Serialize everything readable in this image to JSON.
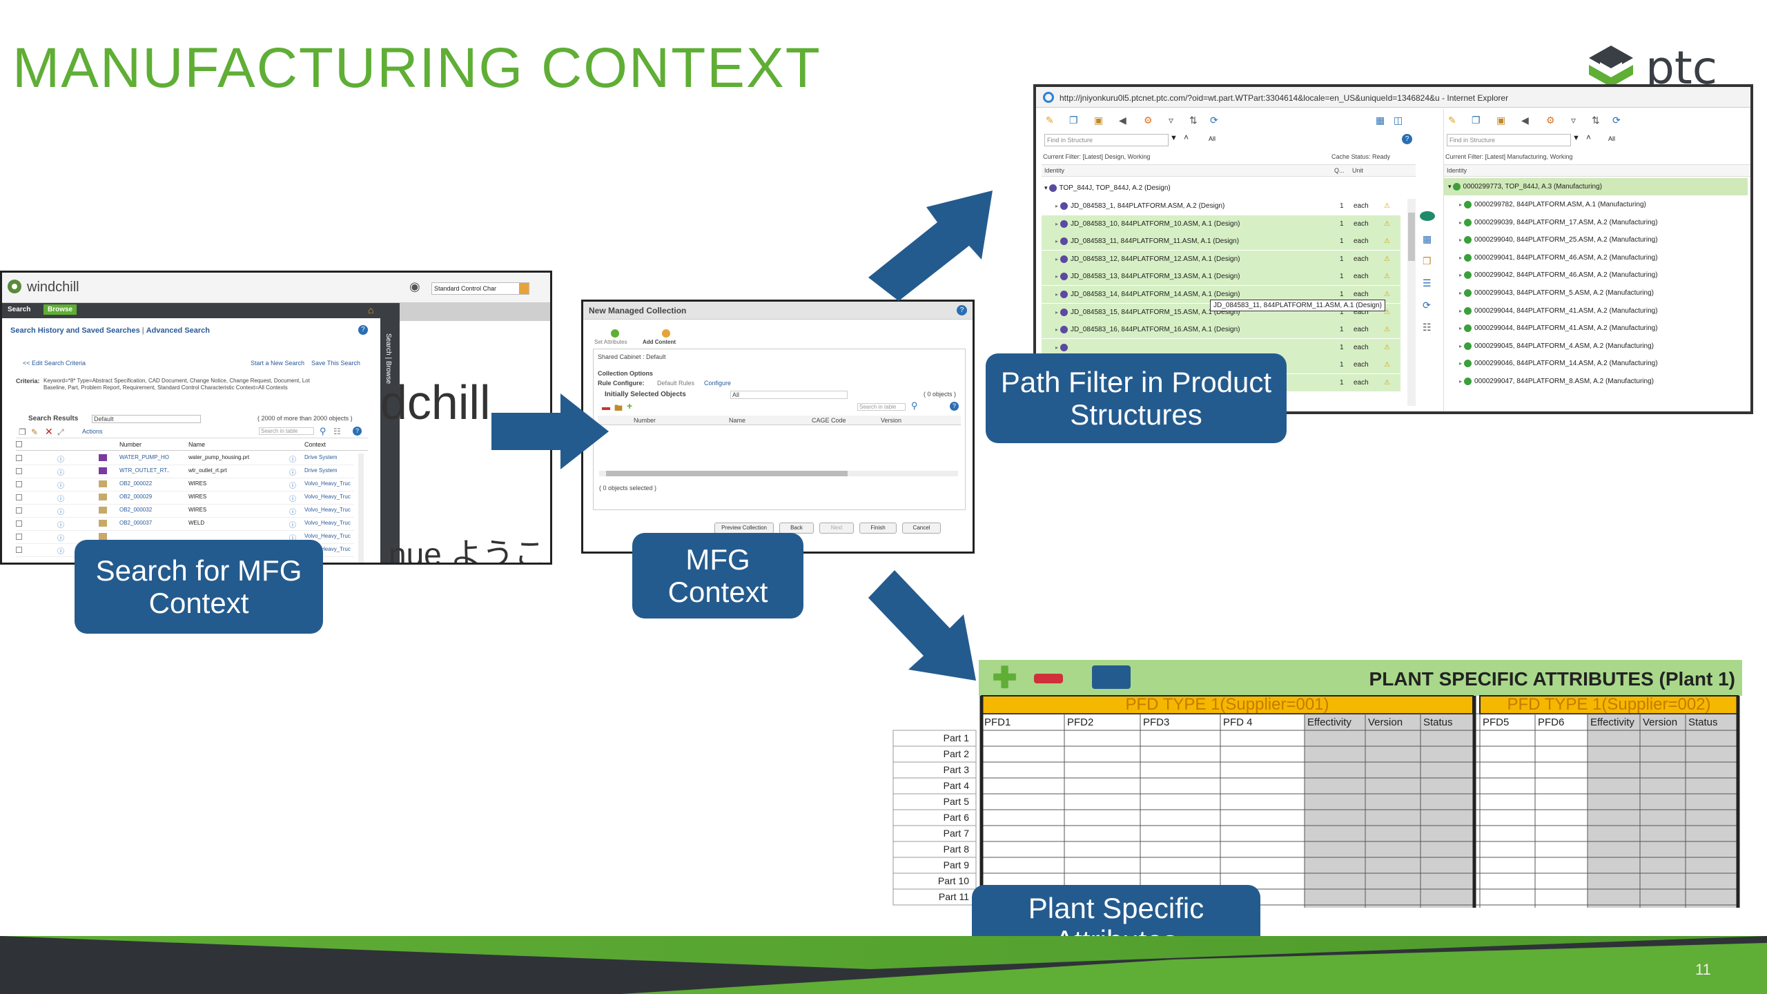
{
  "slide": {
    "title": "MANUFACTURING CONTEXT",
    "page_number": "11",
    "logo_text": "ptc",
    "accent_color": "#5fae35",
    "callout_color": "#245b8e"
  },
  "callouts": {
    "search": "Search for MFG Context",
    "mfg": "MFG Context",
    "path": "Path Filter  in Product Structures",
    "plant": "Plant Specific Attributes"
  },
  "windchill": {
    "brand": "windchill",
    "context_select": "Standard Control Char",
    "tabs": [
      "Search",
      "Browse"
    ],
    "links": [
      "Search History and Saved Searches",
      "Advanced Search"
    ],
    "edit_criteria": "<< Edit Search Criteria",
    "start_new": "Start a New Search",
    "save_search": "Save This Search",
    "criteria_label": "Criteria:",
    "criteria_text": "Keyword=*8* Type=Abstract Specification, CAD Document, Change Notice, Change Request, Document, Lot Baseline, Part, Problem Report, Requirement, Standard Control Characteristic Context=All Contexts",
    "results_label": "Search Results",
    "results_view": "Default",
    "results_count": "( 2000 of more than 2000 objects )",
    "actions": "Actions",
    "search_in_table": "Search in table",
    "side_tab": "Search | Browse",
    "columns": [
      "Number",
      "Name",
      "Context"
    ],
    "rows": [
      {
        "number": "WATER_PUMP_HO",
        "name": "water_pump_housing.prt",
        "context": "Drive System"
      },
      {
        "number": "WTR_OUTLET_RT..",
        "name": "wtr_outlet_rt.prt",
        "context": "Drive System"
      },
      {
        "number": "OB2_000022",
        "name": "WIRES",
        "context": "Volvo_Heavy_Truc"
      },
      {
        "number": "OB2_000029",
        "name": "WIRES",
        "context": "Volvo_Heavy_Truc"
      },
      {
        "number": "OB2_000032",
        "name": "WIRES",
        "context": "Volvo_Heavy_Truc"
      },
      {
        "number": "OB2_000037",
        "name": "WELD",
        "context": "Volvo_Heavy_Truc"
      },
      {
        "number": "",
        "name": "",
        "context": "Volvo_Heavy_Truc"
      },
      {
        "number": "",
        "name": "",
        "context": "Volvo_Heavy_Truc"
      }
    ],
    "bg_text": "dchill",
    "bg_text2": "nue ようこ"
  },
  "collection": {
    "title": "New Managed Collection",
    "steps": [
      "Set Attributes",
      "Add Content"
    ],
    "shared_cabinet": "Shared Cabinet : Default",
    "collection_options": "Collection Options",
    "rule_configure_label": "Rule Configure:",
    "rule_configure_value": "Default Rules",
    "configure_link": "Configure",
    "initial_label": "Initially Selected Objects",
    "initial_value": "All",
    "objects_count": "( 0 objects )",
    "search_in_table": "Search in table",
    "columns": [
      "Number",
      "Name",
      "CAGE Code",
      "Version"
    ],
    "selected": "( 0 objects selected )",
    "buttons": [
      "Preview Collection",
      "Back",
      "Next",
      "Finish",
      "Cancel"
    ]
  },
  "structure": {
    "url": "http://jniyonkuru0l5.ptcnet.ptc.com/?oid=wt.part.WTPart:3304614&locale=en_US&uniqueId=1346824&u - Internet Explorer",
    "find_placeholder": "Find in Structure",
    "all_label": "All",
    "left_filter": "Current Filter: [Latest] Design, Working",
    "cache_status": "Cache Status: Ready",
    "right_filter": "Current Filter: [Latest] Manufacturing, Working",
    "identity_header": "Identity",
    "qty_header": "Q...",
    "unit_header": "Unit",
    "left_root": "TOP_844J, TOP_844J, A.2 (Design)",
    "left_rows": [
      {
        "label": "JD_084583_1, 844PLATFORM.ASM, A.2 (Design)",
        "qty": "1",
        "unit": "each"
      },
      {
        "label": "JD_084583_10, 844PLATFORM_10.ASM, A.1 (Design)",
        "qty": "1",
        "unit": "each"
      },
      {
        "label": "JD_084583_11, 844PLATFORM_11.ASM, A.1 (Design)",
        "qty": "1",
        "unit": "each"
      },
      {
        "label": "JD_084583_12, 844PLATFORM_12.ASM, A.1 (Design)",
        "qty": "1",
        "unit": "each"
      },
      {
        "label": "JD_084583_13, 844PLATFORM_13.ASM, A.1 (Design)",
        "qty": "1",
        "unit": "each"
      },
      {
        "label": "JD_084583_14, 844PLATFORM_14.ASM, A.1 (Design)",
        "qty": "1",
        "unit": "each"
      },
      {
        "label": "JD_084583_15, 844PLATFORM_15.ASM, A.1 (Design)",
        "qty": "1",
        "unit": "each"
      },
      {
        "label": "JD_084583_16, 844PLATFORM_16.ASM, A.1 (Design)",
        "qty": "1",
        "unit": "each"
      },
      {
        "label": "",
        "qty": "1",
        "unit": "each"
      },
      {
        "label": "",
        "qty": "1",
        "unit": "each"
      },
      {
        "label": "",
        "qty": "1",
        "unit": "each"
      }
    ],
    "tooltip": "JD_084583_11, 844PLATFORM_11.ASM, A.1 (Design)",
    "right_root": "0000299773, TOP_844J, A.3 (Manufacturing)",
    "right_rows": [
      "0000299782, 844PLATFORM.ASM, A.1 (Manufacturing)",
      "0000299039, 844PLATFORM_17.ASM, A.2 (Manufacturing)",
      "0000299040, 844PLATFORM_25.ASM, A.2 (Manufacturing)",
      "0000299041, 844PLATFORM_46.ASM, A.2 (Manufacturing)",
      "0000299042, 844PLATFORM_46.ASM, A.2 (Manufacturing)",
      "0000299043, 844PLATFORM_5.ASM, A.2 (Manufacturing)",
      "0000299044, 844PLATFORM_41.ASM, A.2 (Manufacturing)",
      "0000299044, 844PLATFORM_41.ASM, A.2 (Manufacturing)",
      "0000299045, 844PLATFORM_4.ASM, A.2 (Manufacturing)",
      "0000299046, 844PLATFORM_14.ASM, A.2 (Manufacturing)",
      "0000299047, 844PLATFORM_8.ASM, A.2 (Manufacturing)"
    ]
  },
  "plant": {
    "header": "PLANT SPECIFIC ATTRIBUTES (Plant 1)",
    "group1": "PFD TYPE 1(Supplier=001)",
    "group2": "PFD TYPE 1(Supplier=002)",
    "cols1": [
      "PFD1",
      "PFD2",
      "PFD3",
      "PFD 4",
      "Effectivity",
      "Version",
      "Status"
    ],
    "cols2": [
      "PFD5",
      "PFD6",
      "Effectivity",
      "Version",
      "Status"
    ],
    "parts": [
      "Part 1",
      "Part 2",
      "Part 3",
      "Part 4",
      "Part 5",
      "Part 6",
      "Part 7",
      "Part 8",
      "Part 9",
      "Part 10",
      "Part 11"
    ]
  }
}
